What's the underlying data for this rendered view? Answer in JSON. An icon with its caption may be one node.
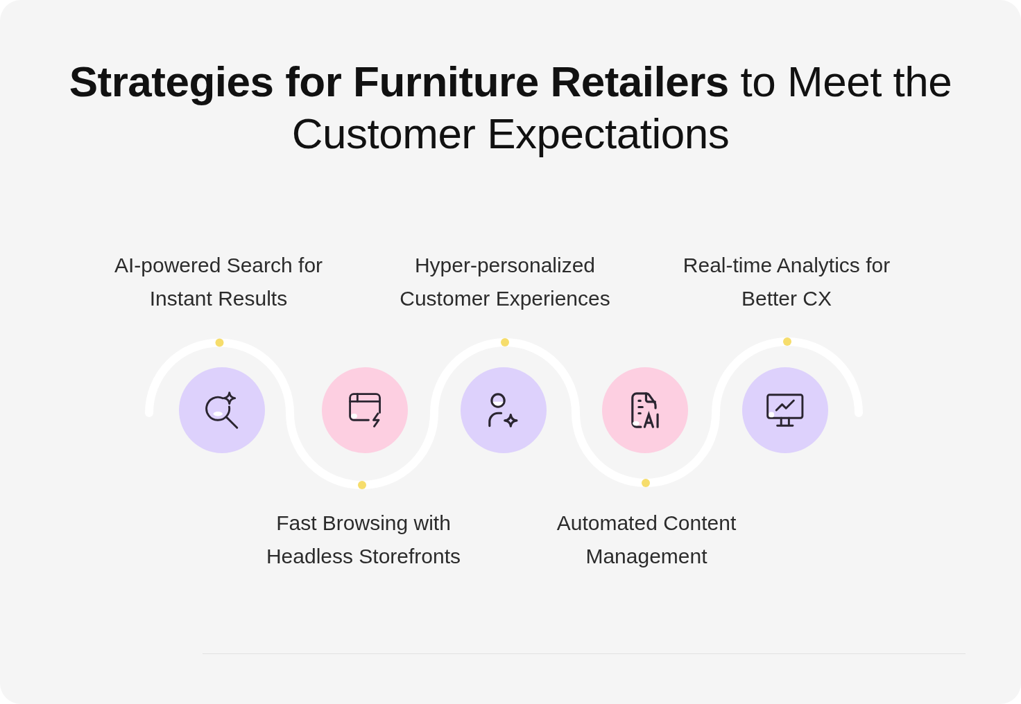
{
  "diagram": {
    "title": "**Strategies for Furniture Retailers** to Meet the Customer Expectations",
    "nodes": [
      {
        "text": [],
        "shape": "circle",
        "beside": [
          "AI-powered Search for Instant Results"
        ]
      },
      {
        "text": [],
        "shape": "circle",
        "beside": [
          "Fast Browsing with Headless Storefronts"
        ]
      },
      {
        "text": [],
        "shape": "circle",
        "beside": [
          "Hyper-personalized Customer Experiences"
        ]
      },
      {
        "text": [],
        "shape": "circle",
        "beside": [
          "Automated Content Management"
        ]
      },
      {
        "text": [],
        "shape": "circle",
        "beside": [
          "Real-time Analytics for Better CX"
        ]
      }
    ]
  }
}
